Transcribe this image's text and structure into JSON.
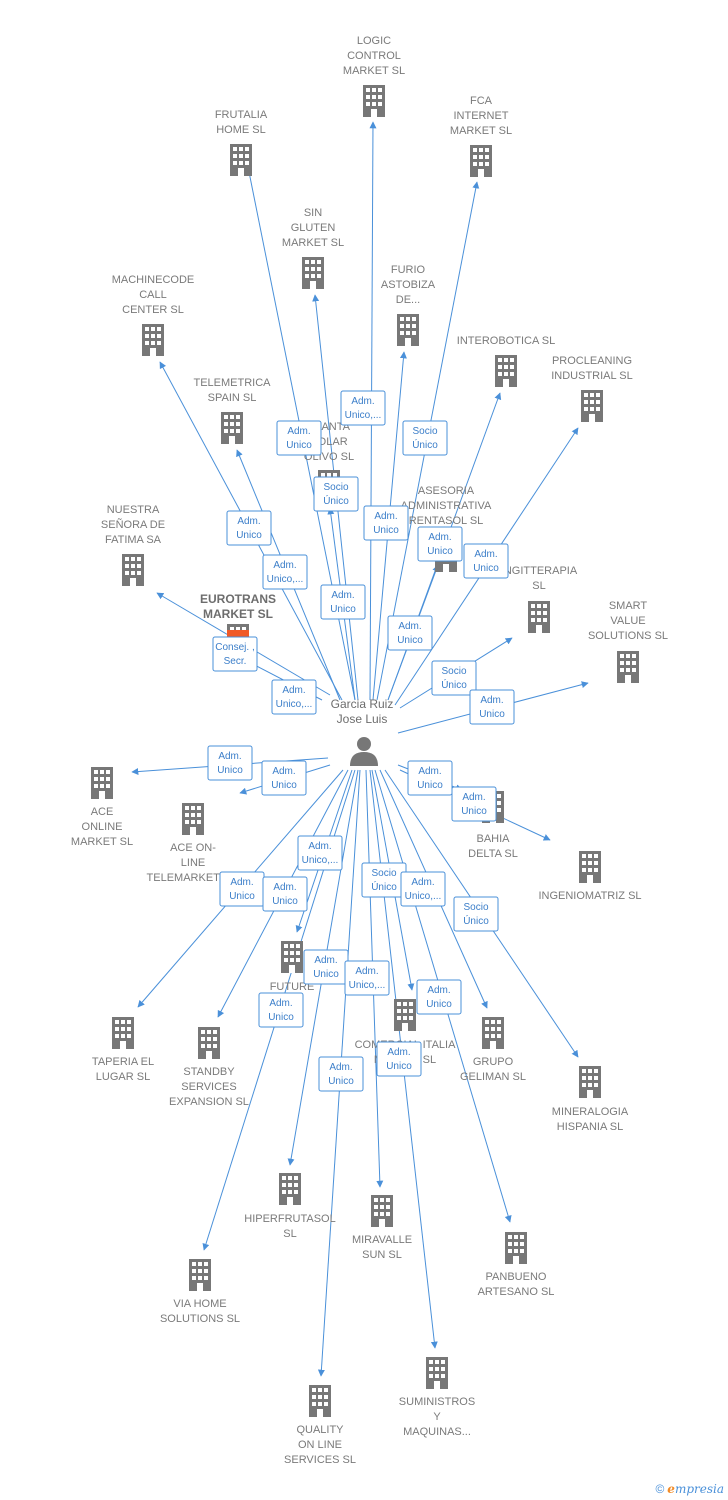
{
  "center": {
    "name_lines": [
      "Garcia Ruiz",
      "Jose Luis"
    ]
  },
  "colors": {
    "edge": "#4a90d9",
    "building": "#777777",
    "highlight_building": "#f05a28"
  },
  "companies": [
    {
      "id": "logic",
      "lines": [
        "LOGIC",
        "CONTROL",
        "MARKET SL"
      ]
    },
    {
      "id": "frutalia",
      "lines": [
        "FRUTALIA",
        "HOME SL"
      ]
    },
    {
      "id": "fca",
      "lines": [
        "FCA",
        "INTERNET",
        "MARKET SL"
      ]
    },
    {
      "id": "singluten",
      "lines": [
        "SIN",
        "GLUTEN",
        "MARKET SL"
      ]
    },
    {
      "id": "furio",
      "lines": [
        "FURIO",
        "ASTOBIZA",
        "DE..."
      ]
    },
    {
      "id": "machinecode",
      "lines": [
        "MACHINECODE",
        "CALL",
        "CENTER SL"
      ]
    },
    {
      "id": "interobotica",
      "lines": [
        "INTEROBOTICA SL"
      ]
    },
    {
      "id": "procleaning",
      "lines": [
        "PROCLEANING",
        "INDUSTRIAL SL"
      ]
    },
    {
      "id": "telemetrica",
      "lines": [
        "TELEMETRICA",
        "SPAIN SL"
      ]
    },
    {
      "id": "planta",
      "lines": [
        "PLANTA",
        "SOLAR",
        "OLIVO SL"
      ]
    },
    {
      "id": "asesoria",
      "lines": [
        "ASESORIA",
        "ADMINISTRATIVA",
        "RENTASOL SL"
      ]
    },
    {
      "id": "nuestra",
      "lines": [
        "NUESTRA",
        "SEÑORA DE",
        "FATIMA SA"
      ]
    },
    {
      "id": "eurotrans",
      "lines": [
        "EUROTRANS",
        "MARKET SL"
      ],
      "highlight": true
    },
    {
      "id": "ingitterapia",
      "lines": [
        "INGITTERAPIA",
        "SL"
      ]
    },
    {
      "id": "smartvalue",
      "lines": [
        "SMART",
        "VALUE",
        "SOLUTIONS SL"
      ]
    },
    {
      "id": "aceonline",
      "lines": [
        "ACE",
        "ONLINE",
        "MARKET SL"
      ]
    },
    {
      "id": "aceontele",
      "lines": [
        "ACE ON-",
        "LINE",
        "TELEMARKETING"
      ]
    },
    {
      "id": "bahia",
      "lines": [
        "BAHIA",
        "DELTA SL"
      ]
    },
    {
      "id": "ingeniomatriz",
      "lines": [
        "INGENIOMATRIZ SL"
      ]
    },
    {
      "id": "future",
      "lines": [
        "FUTURE",
        "SL"
      ]
    },
    {
      "id": "comercial",
      "lines": [
        "COMERCIAL ITALIA",
        "MARKET SL"
      ]
    },
    {
      "id": "taperia",
      "lines": [
        "TAPERIA EL",
        "LUGAR SL"
      ]
    },
    {
      "id": "standby",
      "lines": [
        "STANDBY",
        "SERVICES",
        "EXPANSION SL"
      ]
    },
    {
      "id": "grupo",
      "lines": [
        "GRUPO",
        "GELIMAN SL"
      ]
    },
    {
      "id": "mineralogia",
      "lines": [
        "MINERALOGIA",
        "HISPANIA SL"
      ]
    },
    {
      "id": "hiperfrutasol",
      "lines": [
        "HIPERFRUTASOL",
        "SL"
      ]
    },
    {
      "id": "miravalle",
      "lines": [
        "MIRAVALLE",
        "SUN SL"
      ]
    },
    {
      "id": "panbueno",
      "lines": [
        "PANBUENO",
        "ARTESANO SL"
      ]
    },
    {
      "id": "viahome",
      "lines": [
        "VIA HOME",
        "SOLUTIONS SL"
      ]
    },
    {
      "id": "suministros",
      "lines": [
        "SUMINISTROS",
        "Y",
        "MAQUINAS..."
      ]
    },
    {
      "id": "quality",
      "lines": [
        "QUALITY",
        "ON LINE",
        "SERVICES SL"
      ]
    }
  ],
  "roles": [
    {
      "id": "r_logic",
      "lines": [
        "Adm.",
        "Unico,..."
      ]
    },
    {
      "id": "r_frutalia",
      "lines": [
        "Adm.",
        "Unico"
      ]
    },
    {
      "id": "r_fca",
      "lines": [
        "Socio",
        "Único"
      ]
    },
    {
      "id": "r_planta",
      "lines": [
        "Socio",
        "Único"
      ]
    },
    {
      "id": "r_furio",
      "lines": [
        "Adm.",
        "Unico"
      ]
    },
    {
      "id": "r_interobotica",
      "lines": [
        "Adm.",
        "Unico"
      ]
    },
    {
      "id": "r_procleaning",
      "lines": [
        "Adm.",
        "Unico"
      ]
    },
    {
      "id": "r_machinecode",
      "lines": [
        "Adm.",
        "Unico"
      ]
    },
    {
      "id": "r_telemetrica",
      "lines": [
        "Adm.",
        "Unico,..."
      ]
    },
    {
      "id": "r_singluten",
      "lines": [
        "Adm.",
        "Unico"
      ]
    },
    {
      "id": "r_eurotrans",
      "lines": [
        "Consej. ,",
        "Secr."
      ]
    },
    {
      "id": "r_asesoria",
      "lines": [
        "Adm.",
        "Unico"
      ]
    },
    {
      "id": "r_nuestra",
      "lines": [
        "Adm.",
        "Unico,..."
      ]
    },
    {
      "id": "r_ingitterapia",
      "lines": [
        "Socio",
        "Único"
      ]
    },
    {
      "id": "r_smartvalue",
      "lines": [
        "Adm.",
        "Unico"
      ]
    },
    {
      "id": "r_aceonline",
      "lines": [
        "Adm.",
        "Unico"
      ]
    },
    {
      "id": "r_aceontele",
      "lines": [
        "Adm.",
        "Unico"
      ]
    },
    {
      "id": "r_bahia",
      "lines": [
        "Adm.",
        "Unico"
      ]
    },
    {
      "id": "r_ingeniomatriz",
      "lines": [
        "Adm.",
        "Unico"
      ]
    },
    {
      "id": "r_future",
      "lines": [
        "Adm.",
        "Unico,..."
      ]
    },
    {
      "id": "r_taperia",
      "lines": [
        "Adm.",
        "Unico"
      ]
    },
    {
      "id": "r_standby",
      "lines": [
        "Adm.",
        "Unico"
      ]
    },
    {
      "id": "r_comercial",
      "lines": [
        "Socio",
        "Único"
      ]
    },
    {
      "id": "r_grupo",
      "lines": [
        "Adm.",
        "Unico,..."
      ]
    },
    {
      "id": "r_mineralogia",
      "lines": [
        "Socio",
        "Único"
      ]
    },
    {
      "id": "r_hiperfrutasol",
      "lines": [
        "Adm.",
        "Unico"
      ]
    },
    {
      "id": "r_miravalle",
      "lines": [
        "Adm.",
        "Unico,..."
      ]
    },
    {
      "id": "r_panbueno",
      "lines": [
        "Adm.",
        "Unico"
      ]
    },
    {
      "id": "r_viahome",
      "lines": [
        "Adm.",
        "Unico"
      ]
    },
    {
      "id": "r_suministros",
      "lines": [
        "Adm.",
        "Unico"
      ]
    },
    {
      "id": "r_quality",
      "lines": [
        "Adm.",
        "Unico"
      ]
    }
  ],
  "footer": {
    "copyright": "©",
    "brand_initial": "e",
    "brand_rest": "mpresia"
  }
}
